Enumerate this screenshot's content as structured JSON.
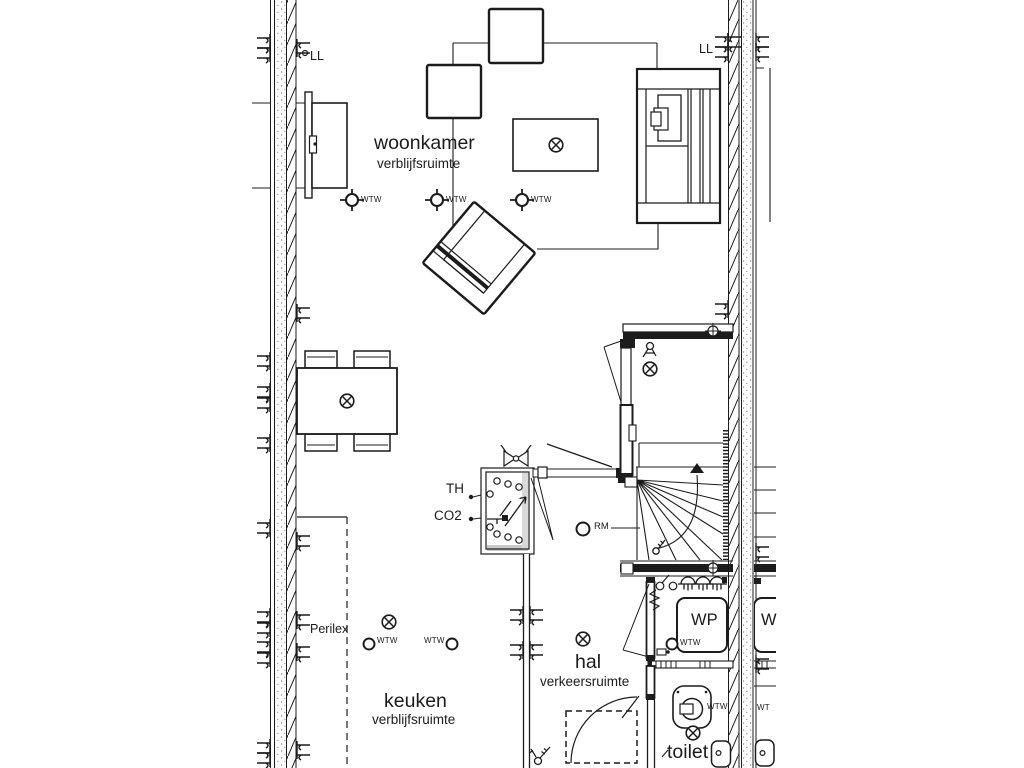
{
  "colors": {
    "ink": "#1c1c1c",
    "paper": "#ffffff"
  },
  "rooms": {
    "woonkamer": {
      "name": "woonkamer",
      "subtitle": "verblijfsruimte"
    },
    "keuken": {
      "name": "keuken",
      "subtitle": "verblijfsruimte"
    },
    "hal": {
      "name": "hal",
      "subtitle": "verkeersruimte"
    },
    "toilet": {
      "name": "toilet"
    }
  },
  "labels": {
    "ll": "LL",
    "th": "TH",
    "co2": "CO2",
    "rm": "RM",
    "perilex": "Perilex",
    "wp": "WP",
    "wtw": "WTW",
    "wp_mirrored": "W",
    "wtw_mirrored": "WT"
  }
}
